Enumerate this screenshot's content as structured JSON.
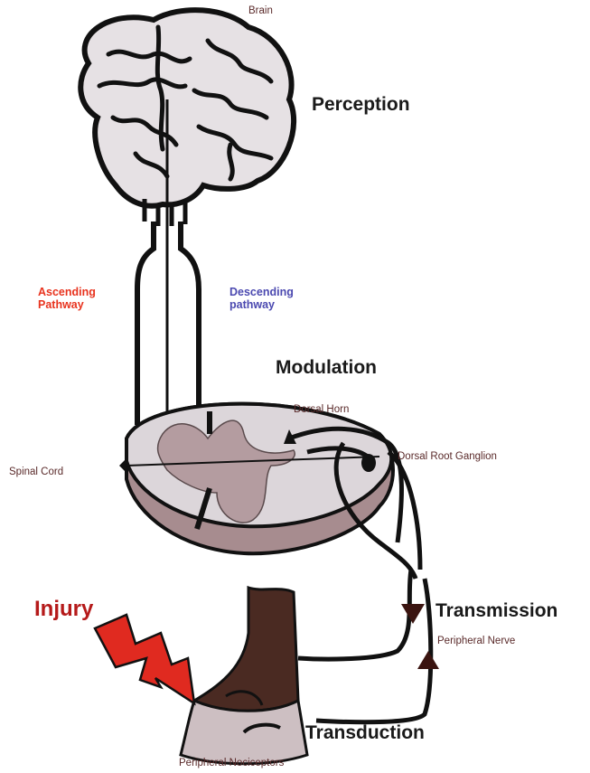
{
  "labels": {
    "brain": "Brain",
    "perception": "Perception",
    "ascending": [
      "Ascending",
      "Pathway"
    ],
    "descending": [
      "Descending",
      "pathway"
    ],
    "modulation": "Modulation",
    "dorsal_horn": "Dorsal Horn",
    "dorsal_root_ganglion": "Dorsal Root Ganglion",
    "spinal_cord": "Spinal Cord",
    "injury": "Injury",
    "transmission": "Transmission",
    "peripheral_nerve": "Peripheral Nerve",
    "transduction": "Transduction",
    "peripheral_nociceptors": "Peripheral Nociceptors"
  },
  "colors": {
    "brain_fill": "#e6e1e4",
    "cord_light": "#dcd6da",
    "cord_dark": "#a78c8f",
    "gray_matter": "#b49ca0",
    "tissue_dark": "#4a2a22",
    "tissue_light": "#cdbfc2",
    "bolt": "#e02a20",
    "ascending_text": "#e8331e",
    "descending_text": "#4b49b0",
    "injury_text": "#b51a1a"
  }
}
